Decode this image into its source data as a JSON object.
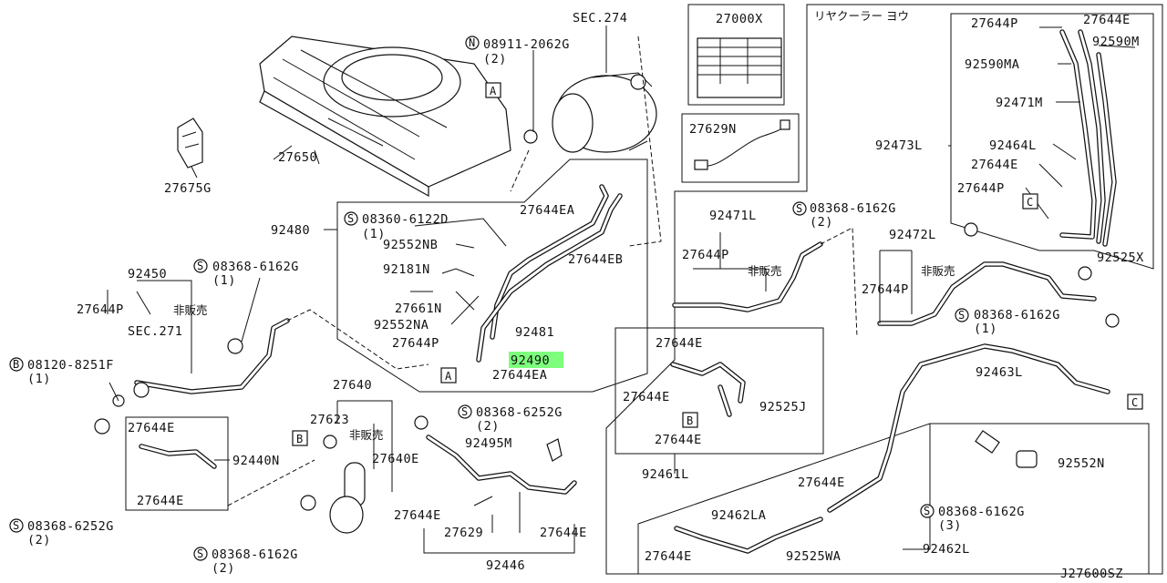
{
  "diagram_id": "J27600SZ",
  "highlighted_part": "92490",
  "label_not_sold": "非販売",
  "label_rear_cooler": "リヤクーラー ヨウ",
  "sections": {
    "sec274": "SEC.274",
    "sec271": "SEC.271"
  },
  "view_markers": {
    "a": "A",
    "b": "B",
    "c": "C"
  },
  "parts": {
    "p27650": "27650",
    "p27675G": "27675G",
    "n0891120620": "08911-2062G",
    "n_qty2a": "(2)",
    "p27000X": "27000X",
    "p27629N": "27629N",
    "p92480": "92480",
    "s0836061220": "08360-6122D",
    "s_qty1a": "(1)",
    "p92552NB": "92552NB",
    "p92181N": "92181N",
    "p27661N": "27661N",
    "p92552NA": "92552NA",
    "p27644P_a": "27644P",
    "p92481": "92481",
    "p92490": "92490",
    "p27644EA_a": "27644EA",
    "p27644EA_b": "27644EA",
    "p27644EB": "27644EB",
    "p92450": "92450",
    "s0836861620_a": "08368-6162G",
    "s_qty1b": "(1)",
    "p27644P_b": "27644P",
    "b0812082510": "08120-8251F",
    "b_qty1": "(1)",
    "p27644E_a": "27644E",
    "p92440N": "92440N",
    "p27644E_b": "27644E",
    "s0836862520_a": "08368-6252G",
    "s_qty2a": "(2)",
    "p27640": "27640",
    "p27623": "27623",
    "p27640E": "27640E",
    "s0836861620_b": "08368-6162G",
    "s_qty2b": "(2)",
    "s0836862520_b": "08368-6252G",
    "s_qty2c": "(2)",
    "p92495M": "92495M",
    "p27644E_c": "27644E",
    "p27629": "27629",
    "p27644E_d": "27644E",
    "p92446": "92446",
    "p92471L": "92471L",
    "p27644P_c": "27644P",
    "s0836861620_c": "08368-6162G",
    "s_qty2d": "(2)",
    "p92472L": "92472L",
    "p27644P_d": "27644P",
    "s0836861620_d": "08368-6162G",
    "s_qty1c": "(1)",
    "p27644E_e": "27644E",
    "p27644E_f": "27644E",
    "p92525J": "92525J",
    "p27644E_g": "27644E",
    "p92461L": "92461L",
    "p92463L": "92463L",
    "p92552N": "92552N",
    "p27644E_h": "27644E",
    "s0836861620_e": "08368-6162G",
    "s_qty3": "(3)",
    "p92462LA": "92462LA",
    "p27644E_i": "27644E",
    "p92525WA": "92525WA",
    "p92462L": "92462L",
    "p27644P_e": "27644P",
    "p27644E_j": "27644E",
    "p92590M": "92590M",
    "p92590MA": "92590MA",
    "p92471M": "92471M",
    "p92473L": "92473L",
    "p92464L": "92464L",
    "p27644E_k": "27644E",
    "p27644P_f": "27644P",
    "p92525X": "92525X"
  }
}
